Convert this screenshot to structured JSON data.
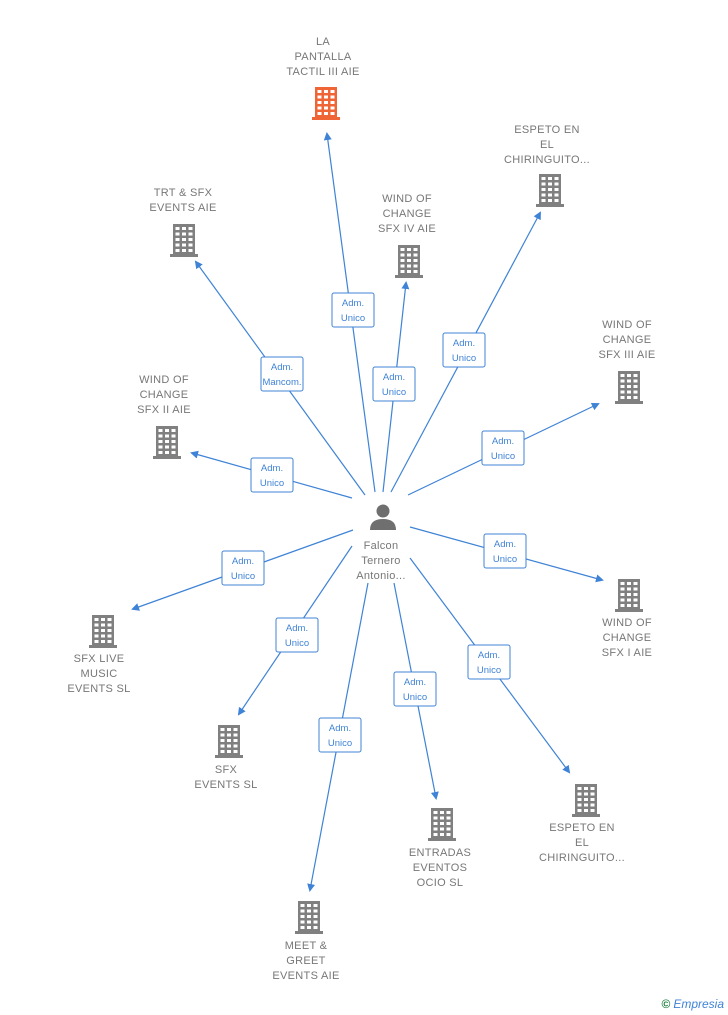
{
  "colors": {
    "edge": "#3f83d6",
    "company_icon": "#808080",
    "highlight_icon": "#f06535",
    "person_icon": "#6f6f6f",
    "label": "#777777"
  },
  "center": {
    "name_lines": [
      "Falcon",
      "Ternero",
      "Antonio..."
    ],
    "icon": "person-icon"
  },
  "nodes": [
    {
      "id": "la-pantalla",
      "label_lines": [
        "LA",
        "PANTALLA",
        "TACTIL III  AIE"
      ],
      "highlight": true
    },
    {
      "id": "trt-sfx",
      "label_lines": [
        "TRT & SFX",
        "EVENTS AIE"
      ],
      "highlight": false
    },
    {
      "id": "wind-iv",
      "label_lines": [
        "WIND OF",
        "CHANGE",
        "SFX IV AIE"
      ],
      "highlight": false
    },
    {
      "id": "espeto-top",
      "label_lines": [
        "ESPETO EN",
        "EL",
        "CHIRINGUITO..."
      ],
      "highlight": false
    },
    {
      "id": "wind-iii",
      "label_lines": [
        "WIND OF",
        "CHANGE",
        "SFX III AIE"
      ],
      "highlight": false
    },
    {
      "id": "wind-ii",
      "label_lines": [
        "WIND OF",
        "CHANGE",
        "SFX II AIE"
      ],
      "highlight": false
    },
    {
      "id": "wind-i",
      "label_lines": [
        "WIND OF",
        "CHANGE",
        "SFX I AIE"
      ],
      "highlight": false
    },
    {
      "id": "sfx-live",
      "label_lines": [
        "SFX LIVE",
        "MUSIC",
        "EVENTS  SL"
      ],
      "highlight": false
    },
    {
      "id": "sfx-events",
      "label_lines": [
        "SFX",
        "EVENTS  SL"
      ],
      "highlight": false
    },
    {
      "id": "entradas",
      "label_lines": [
        "ENTRADAS",
        "EVENTOS",
        "OCIO  SL"
      ],
      "highlight": false
    },
    {
      "id": "espeto-bottom",
      "label_lines": [
        "ESPETO EN",
        "EL",
        "CHIRINGUITO..."
      ],
      "highlight": false
    },
    {
      "id": "meet-greet",
      "label_lines": [
        "MEET &",
        "GREET",
        "EVENTS AIE"
      ],
      "highlight": false
    }
  ],
  "edges": [
    {
      "to": "la-pantalla",
      "label_lines": [
        "Adm.",
        "Unico"
      ]
    },
    {
      "to": "trt-sfx",
      "label_lines": [
        "Adm.",
        "Mancom."
      ]
    },
    {
      "to": "wind-iv",
      "label_lines": [
        "Adm.",
        "Unico"
      ]
    },
    {
      "to": "espeto-top",
      "label_lines": [
        "Adm.",
        "Unico"
      ]
    },
    {
      "to": "wind-iii",
      "label_lines": [
        "Adm.",
        "Unico"
      ]
    },
    {
      "to": "wind-ii",
      "label_lines": [
        "Adm.",
        "Unico"
      ]
    },
    {
      "to": "wind-i",
      "label_lines": [
        "Adm.",
        "Unico"
      ]
    },
    {
      "to": "sfx-live",
      "label_lines": [
        "Adm.",
        "Unico"
      ]
    },
    {
      "to": "sfx-events",
      "label_lines": [
        "Adm.",
        "Unico"
      ]
    },
    {
      "to": "entradas",
      "label_lines": [
        "Adm.",
        "Unico"
      ]
    },
    {
      "to": "espeto-bottom",
      "label_lines": [
        "Adm.",
        "Unico"
      ]
    },
    {
      "to": "meet-greet",
      "label_lines": [
        "Adm.",
        "Unico"
      ]
    }
  ],
  "footer": {
    "copyright_symbol": "©",
    "brand": "Empresia"
  }
}
